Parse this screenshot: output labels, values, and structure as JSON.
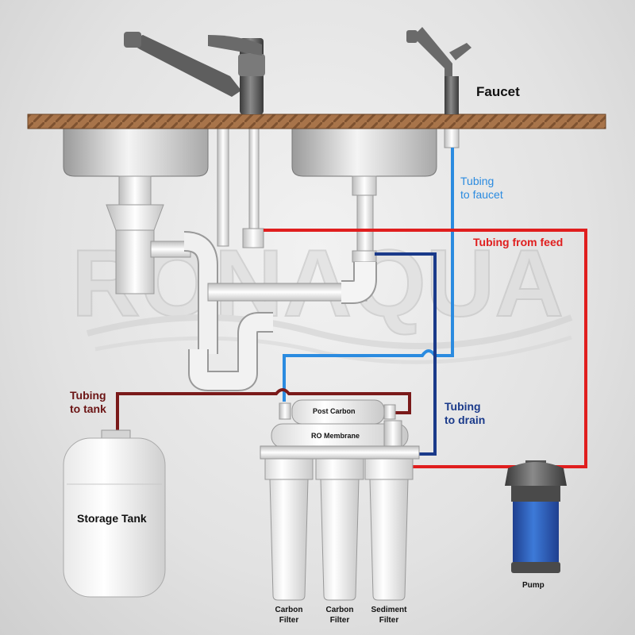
{
  "watermark": "RONAQUA",
  "labels": {
    "faucet": "Faucet",
    "tubing_to_faucet_1": "Tubing",
    "tubing_to_faucet_2": "to faucet",
    "tubing_from_feed": "Tubing from feed",
    "tubing_to_tank_1": "Tubing",
    "tubing_to_tank_2": "to tank",
    "tubing_to_drain_1": "Tubing",
    "tubing_to_drain_2": "to drain",
    "post_carbon": "Post Carbon",
    "ro_membrane": "RO Membrane",
    "storage_tank": "Storage Tank",
    "pump": "Pump",
    "carbon_filter_1_a": "Carbon",
    "carbon_filter_1_b": "Filter",
    "carbon_filter_2_a": "Carbon",
    "carbon_filter_2_b": "Filter",
    "sediment_filter_a": "Sediment",
    "sediment_filter_b": "Filter"
  },
  "colors": {
    "faucet_tubing": "#2b8be0",
    "feed_tubing": "#e01e1e",
    "tank_tubing": "#7a1a1a",
    "drain_tubing": "#1a3a8a",
    "counter": "#a8744a",
    "faucet_label": "#111111",
    "tank_label": "#6b1414",
    "drain_label": "#1a3a8a"
  }
}
